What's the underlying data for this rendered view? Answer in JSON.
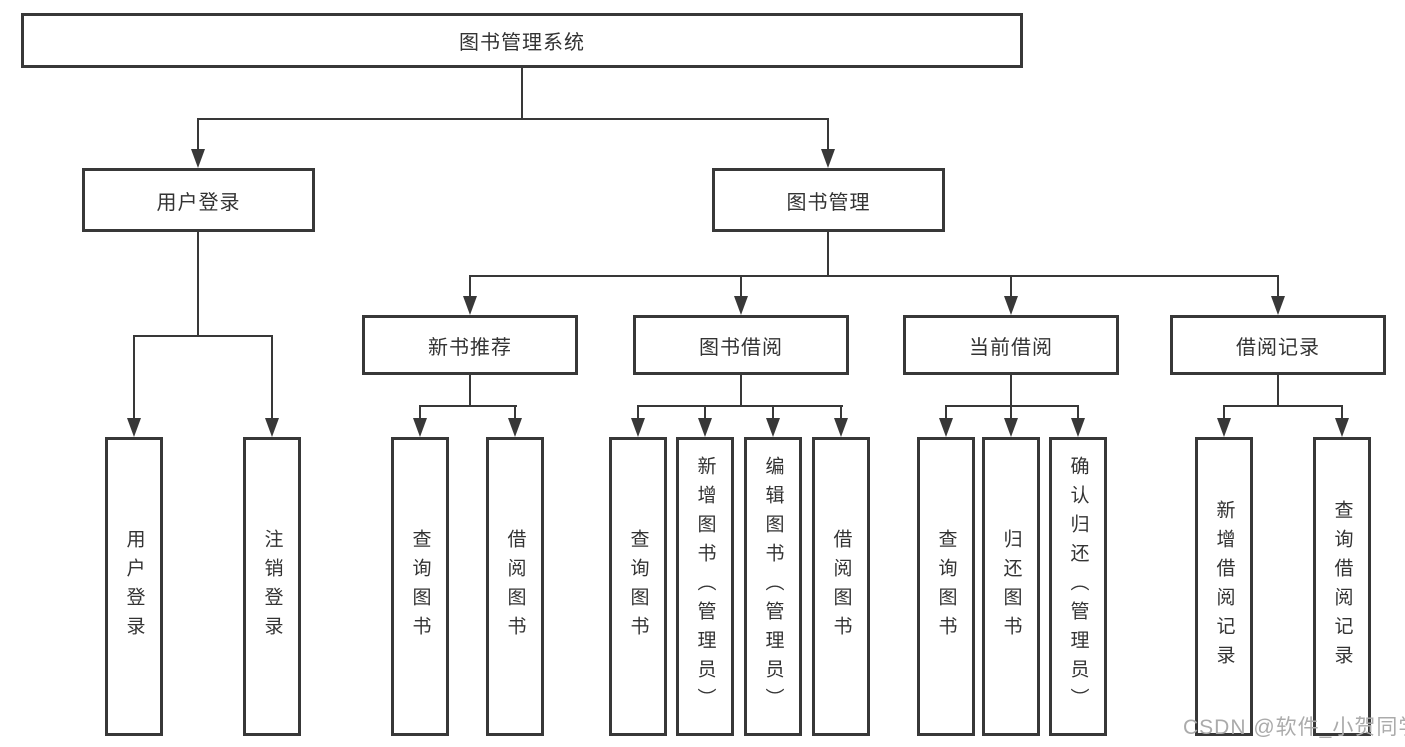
{
  "diagram": {
    "root": {
      "label": "图书管理系统"
    },
    "user_login": {
      "label": "用户登录",
      "leaves": [
        {
          "label": "用户登录"
        },
        {
          "label": "注销登录"
        }
      ]
    },
    "book_mgmt": {
      "label": "图书管理",
      "groups": [
        {
          "label": "新书推荐",
          "leaves": [
            {
              "label": "查询图书"
            },
            {
              "label": "借阅图书"
            }
          ]
        },
        {
          "label": "图书借阅",
          "leaves": [
            {
              "label": "查询图书"
            },
            {
              "label": "新增图书（管理员）"
            },
            {
              "label": "编辑图书（管理员）"
            },
            {
              "label": "借阅图书"
            }
          ]
        },
        {
          "label": "当前借阅",
          "leaves": [
            {
              "label": "查询图书"
            },
            {
              "label": "归还图书"
            },
            {
              "label": "确认归还（管理员）"
            }
          ]
        },
        {
          "label": "借阅记录",
          "leaves": [
            {
              "label": "新增借阅记录"
            },
            {
              "label": "查询借阅记录"
            }
          ]
        }
      ]
    }
  },
  "watermark": {
    "text": "CSDN @软件_小贺同学"
  },
  "colors": {
    "line": "#383838",
    "text": "#333333",
    "watermark": "#ababab",
    "background": "#ffffff"
  }
}
